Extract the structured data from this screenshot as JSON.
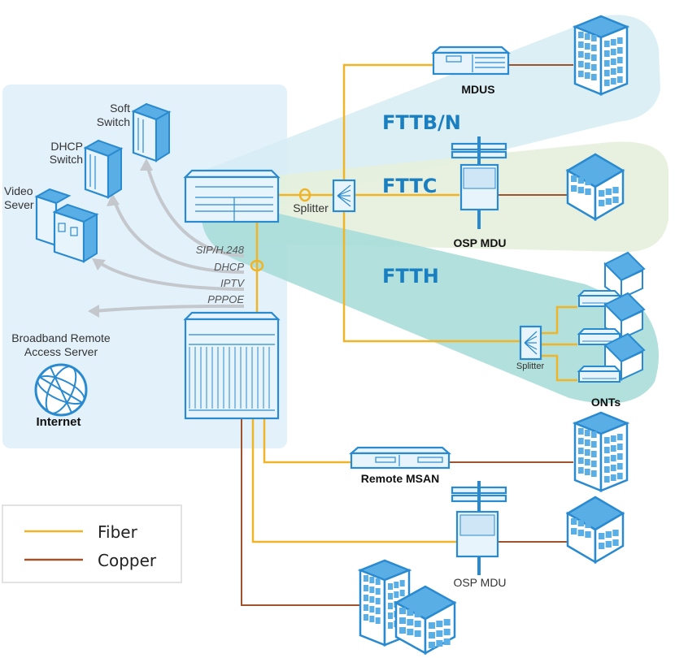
{
  "diagram": {
    "title": "FTTx access network topology",
    "core_labels": {
      "soft_switch": [
        "Soft",
        "Switch"
      ],
      "dhcp_switch": [
        "DHCP",
        "Switch"
      ],
      "video_server": [
        "Video",
        "Sever"
      ],
      "bras": [
        "Broadband Remote",
        "Access Server"
      ],
      "internet": "Internet"
    },
    "protocols": [
      "SIP/H.248",
      "DHCP",
      "IPTV",
      "PPPOE"
    ],
    "splitter_label": "Splitter",
    "splitter_label_small": "Splitter",
    "technologies": {
      "fttb": "FTTB/N",
      "fttc": "FTTC",
      "ftth": "FTTH"
    },
    "devices": {
      "mdus": "MDUS",
      "osp_mdu_top": "OSP MDU",
      "onts": "ONTs",
      "remote_msan": "Remote MSAN",
      "osp_mdu_bottom": "OSP MDU"
    },
    "legend": {
      "items": [
        {
          "label": "Fiber",
          "color": "#f0b429"
        },
        {
          "label": "Copper",
          "color": "#a0522d"
        }
      ]
    },
    "colors": {
      "fiber": "#f0b429",
      "copper": "#a0522d",
      "accent_blue": "#1a7fc1",
      "core_panel": "#e3f1fa",
      "fttb_zone": "#d6ecf3",
      "fttc_zone": "#e6f0dc",
      "ftth_zone": "#a9ddd9"
    }
  }
}
